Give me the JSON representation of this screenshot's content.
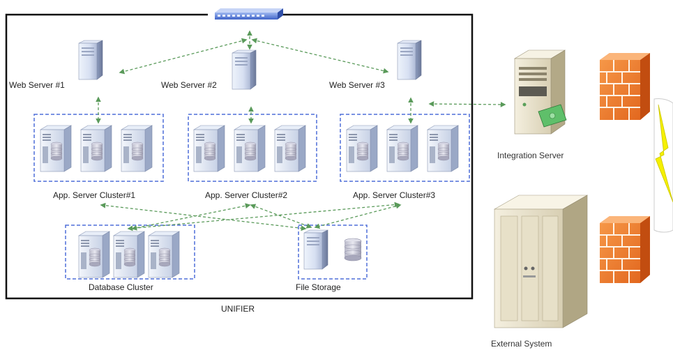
{
  "diagram": {
    "boundary_label": "UNIFIER",
    "web_servers": [
      "Web Server #1",
      "Web Server #2",
      "Web Server #3"
    ],
    "app_clusters": [
      "App. Server Cluster#1",
      "App. Server Cluster#2",
      "App. Server Cluster#3"
    ],
    "database_cluster": "Database Cluster",
    "file_storage": "File Storage",
    "integration_server": "Integration Server",
    "external_system": "External System"
  },
  "colors": {
    "arrow": "#5a9a5a",
    "cluster_border": "#4f6fd8",
    "boundary": "#111111",
    "firewall": "#f07a2a",
    "lightning": "#f5f000"
  }
}
